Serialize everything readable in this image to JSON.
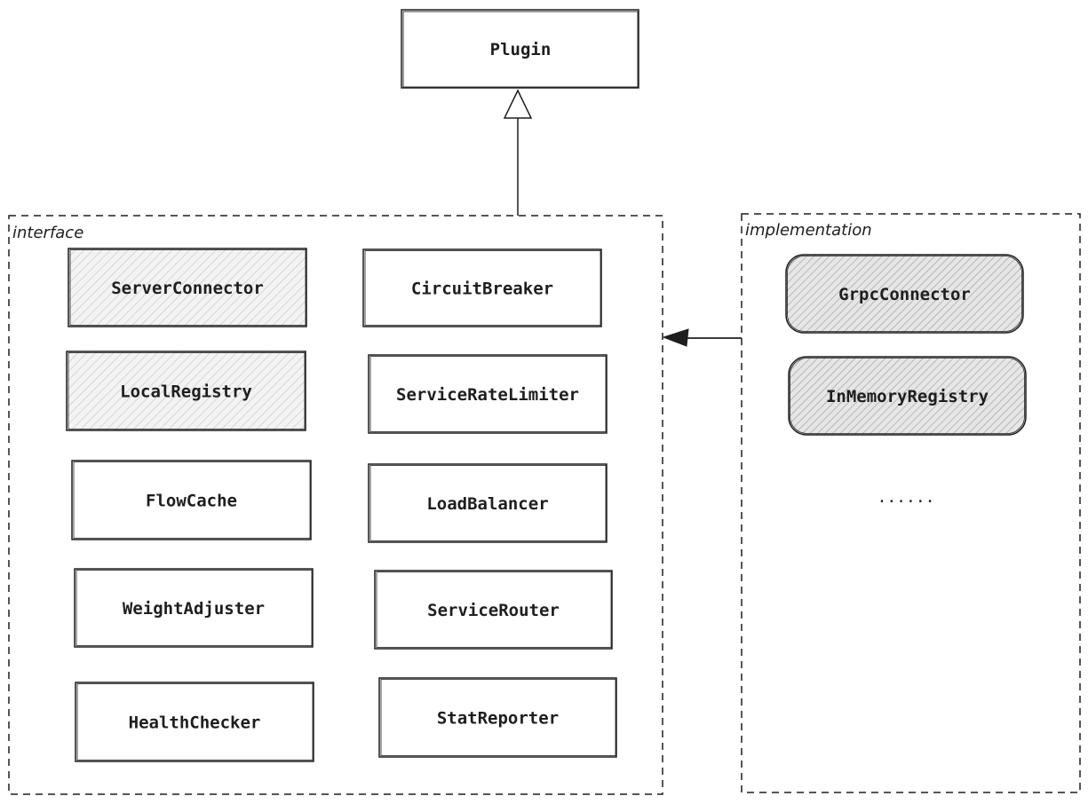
{
  "plugin": {
    "label": "Plugin"
  },
  "interface_group": {
    "label": "interface",
    "items": [
      {
        "label": "ServerConnector",
        "hatched": true
      },
      {
        "label": "CircuitBreaker",
        "hatched": false
      },
      {
        "label": "LocalRegistry",
        "hatched": true
      },
      {
        "label": "ServiceRateLimiter",
        "hatched": false
      },
      {
        "label": "FlowCache",
        "hatched": false
      },
      {
        "label": "LoadBalancer",
        "hatched": false
      },
      {
        "label": "WeightAdjuster",
        "hatched": false
      },
      {
        "label": "ServiceRouter",
        "hatched": false
      },
      {
        "label": "HealthChecker",
        "hatched": false
      },
      {
        "label": "StatReporter",
        "hatched": false
      }
    ]
  },
  "implementation_group": {
    "label": "implementation",
    "items": [
      {
        "label": "GrpcConnector"
      },
      {
        "label": "InMemoryRegistry"
      }
    ],
    "more": "......"
  },
  "colors": {
    "stroke": "#1e1e1e",
    "hatch": "#b5b5b5",
    "hatch_bg": "#f1f1f1"
  }
}
